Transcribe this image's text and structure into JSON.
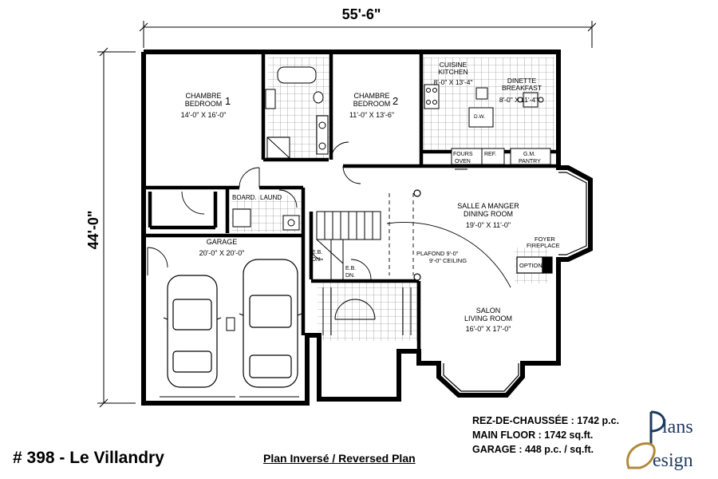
{
  "dimensions": {
    "width_label": "55'-6\"",
    "depth_label": "44'-0\""
  },
  "rooms": [
    {
      "id": "chambre1",
      "name_fr": "CHAMBRE",
      "name_en": "BEDROOM",
      "number": "1",
      "size": "14'-0\" X 16'-0\""
    },
    {
      "id": "chambre2",
      "name_fr": "CHAMBRE",
      "name_en": "BEDROOM",
      "number": "2",
      "size": "11'-0\" X 13'-6\""
    },
    {
      "id": "cuisine",
      "name_fr": "CUISINE",
      "name_en": "KITCHEN",
      "size": "8'-0\" X 13'-4\""
    },
    {
      "id": "dinette",
      "name_fr": "DINETTE",
      "name_en": "BREAKFAST",
      "size": "8'-0\" X 11'-4\""
    },
    {
      "id": "salle",
      "name_fr": "SALLE A MANGER",
      "name_en": "DINING ROOM",
      "size": "19'-0\" X 11'-0\""
    },
    {
      "id": "salon",
      "name_fr": "SALON",
      "name_en": "LIVING ROOM",
      "size": "16'-0\" X 17'-0\""
    },
    {
      "id": "garage",
      "name": "GARAGE",
      "size": "20'-0\" X 20'-0\""
    }
  ],
  "fixtures": {
    "board_laundry": "BOARD.",
    "laundry": "LAUND",
    "fours": "FOURS",
    "oven": "OVEN",
    "ref": "REF.",
    "gm": "G.M.",
    "pantry": "PANTRY",
    "foyer": "FOYER",
    "fireplace": "FIREPLACE",
    "option": "OPTION",
    "ceiling_fr": "PLAFOND 9'-0\"",
    "ceiling_en": "9'-0\" CEILING",
    "eb": "E.B.",
    "dn": "DN.",
    "dw": "D.W."
  },
  "title": "# 398 - Le Villandry",
  "variant": "Plan Inversé / Reversed Plan",
  "areas": {
    "main_fr": "REZ-DE-CHAUSSÉE : 1742 p.c.",
    "main_en": "MAIN FLOOR : 1742 sq.ft.",
    "garage": "GARAGE : 448 p.c. / sq.ft."
  },
  "logo": {
    "word1": "lans",
    "word2": "esign"
  },
  "colors": {
    "line": "#000000",
    "logo_navy": "#1f3a5f",
    "logo_gold": "#b08a3a"
  }
}
